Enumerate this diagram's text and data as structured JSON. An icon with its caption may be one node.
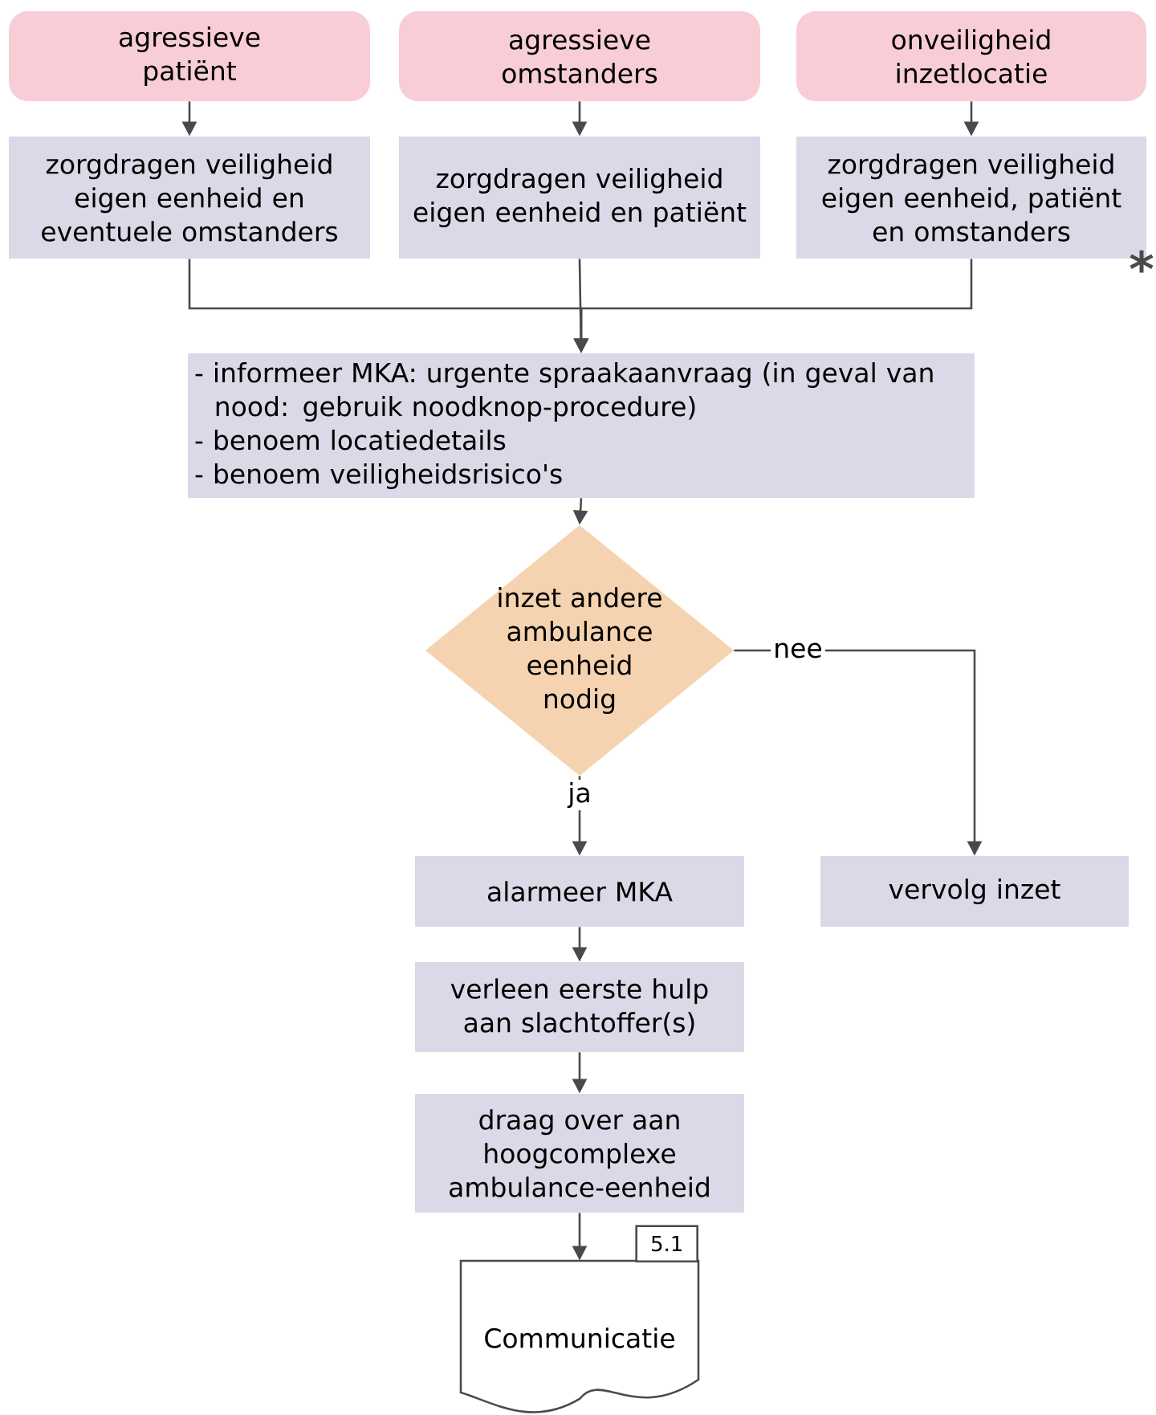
{
  "diagram": {
    "nodes": [
      {
        "text": [
          "agressieve patiënt"
        ]
      },
      {
        "text": [
          "agressieve omstanders"
        ]
      },
      {
        "text": [
          "onveiligheid inzetlocatie"
        ]
      },
      {
        "text": [
          "zorgdragen veiligheid eigen eenheid en eventuele omstanders"
        ]
      },
      {
        "text": [
          "zorgdragen veiligheid eigen eenheid en patiënt"
        ]
      },
      {
        "text": [
          "zorgdragen veiligheid eigen eenheid, patiënt en omstanders"
        ],
        "beside": [
          "*"
        ]
      },
      {
        "text": [
          "- informeer MKA: urgente spraakaanvraag (in geval van nood: gebruik noodknop-procedure)",
          "- benoem locatiedetails",
          "- benoem veiligheidsrisico's"
        ]
      },
      {
        "text": [
          "inzet andere ambulance eenheid nodig"
        ]
      },
      {
        "text": [
          "alarmeer MKA"
        ]
      },
      {
        "text": [
          "vervolg inzet"
        ]
      },
      {
        "text": [
          "verleen eerste hulp aan slachtoffer(s)"
        ]
      },
      {
        "text": [
          "draag over aan hoogcomplexe ambulance-eenheid"
        ]
      },
      {
        "text": [
          "Communicatie"
        ],
        "beside": [
          "5.1"
        ]
      }
    ],
    "edges": [
      {
        "from": 0,
        "to": 3,
        "arrow": "to"
      },
      {
        "from": 1,
        "to": 4,
        "arrow": "to"
      },
      {
        "from": 2,
        "to": 5,
        "arrow": "to"
      },
      {
        "from": 3,
        "to": 6,
        "arrow": "to"
      },
      {
        "from": 4,
        "to": 6,
        "arrow": "to"
      },
      {
        "from": 5,
        "to": 6,
        "arrow": "to"
      },
      {
        "from": 6,
        "to": 7,
        "arrow": "to"
      },
      {
        "from": 7,
        "to": 8,
        "arrow": "to",
        "label": "ja"
      },
      {
        "from": 7,
        "to": 9,
        "arrow": "to",
        "label": "nee"
      },
      {
        "from": 8,
        "to": 10,
        "arrow": "to"
      },
      {
        "from": 10,
        "to": 11,
        "arrow": "to"
      },
      {
        "from": 11,
        "to": 12,
        "arrow": "to"
      }
    ]
  }
}
